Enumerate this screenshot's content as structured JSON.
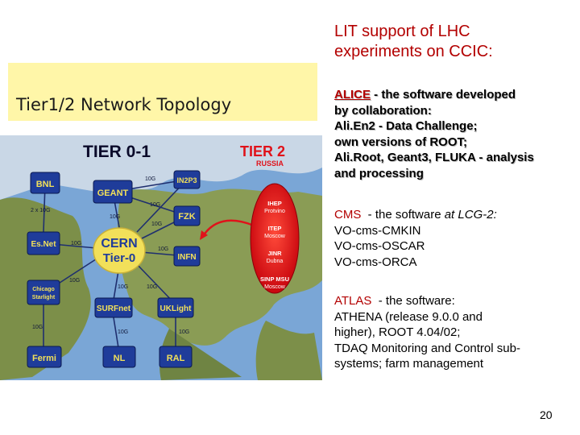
{
  "left": {
    "title": "Tier1/2 Network Topology",
    "map": {
      "header_left": "TIER 0-1",
      "header_right": "TIER 2",
      "header_right_sub": "RUSSIA",
      "center_line1": "CERN",
      "center_line2": "Tier-0",
      "nodes": {
        "bnl": "BNL",
        "geant": "GEANT",
        "in2p3": "IN2P3",
        "esnet": "Es.Net",
        "fzk": "FZK",
        "infn": "INFN",
        "chicago1": "Chicago",
        "chicago2": "Starlight",
        "surfnet": "SURFnet",
        "uklight": "UKLight",
        "fermi": "Fermi",
        "nl": "NL",
        "ral": "RAL"
      },
      "links": {
        "bnl_esnet": "2 x 10G",
        "geant_in2p3": "10G",
        "geant_cern": "10G",
        "geant_fzk": "10G",
        "in2p3_cern": "10G",
        "fzk_cern": "10G",
        "infn_cern": "10G",
        "esnet_cern": "10G",
        "chicago_cern": "10G",
        "surfnet_cern": "10G",
        "uk_cern": "10G",
        "chicago_fermi": "10G",
        "surf_nl": "10G",
        "uk_ral": "10G"
      },
      "russia": [
        {
          "name": "IHEP",
          "city": "Protvino"
        },
        {
          "name": "ITEP",
          "city": "Moscow"
        },
        {
          "name": "JINR",
          "city": "Dubna"
        },
        {
          "name": "SINP MSU",
          "city": "Moscow"
        }
      ]
    }
  },
  "right": {
    "title_line1": "LIT support of LHC",
    "title_line2": "experiments on CCIC:",
    "alice": {
      "name": "ALICE",
      "line1_rest": " - the software developed",
      "lines": [
        "by collaboration:",
        "Ali.En2 - Data Challenge;",
        "own versions of ROOT;",
        "Ali.Root, Geant3, FLUKA - analysis",
        "and processing"
      ]
    },
    "cms": {
      "name": "CMS",
      "line1_mid": "  - the software ",
      "line1_italic": "at LCG-2:",
      "lines": [
        "VO-cms-CMKIN",
        "VO-cms-OSCAR",
        "VO-cms-ORCA"
      ]
    },
    "atlas": {
      "name": "ATLAS",
      "line1_rest": "  - the software:",
      "lines": [
        "ATHENA (release 9.0.0 and",
        "higher), ROOT 4.04/02;",
        "TDAQ Monitoring and Control sub-",
        "systems; farm management"
      ]
    }
  },
  "page_number": "20",
  "colors": {
    "title_red": "#b30000",
    "banner_yellow": "#fff6a8",
    "node_blue": "#1f3c9a",
    "node_yellow": "#f2e05a",
    "russia_red": "#e0121a",
    "map_ocean": "#7aa6d6",
    "map_land": "#7c8f49"
  }
}
